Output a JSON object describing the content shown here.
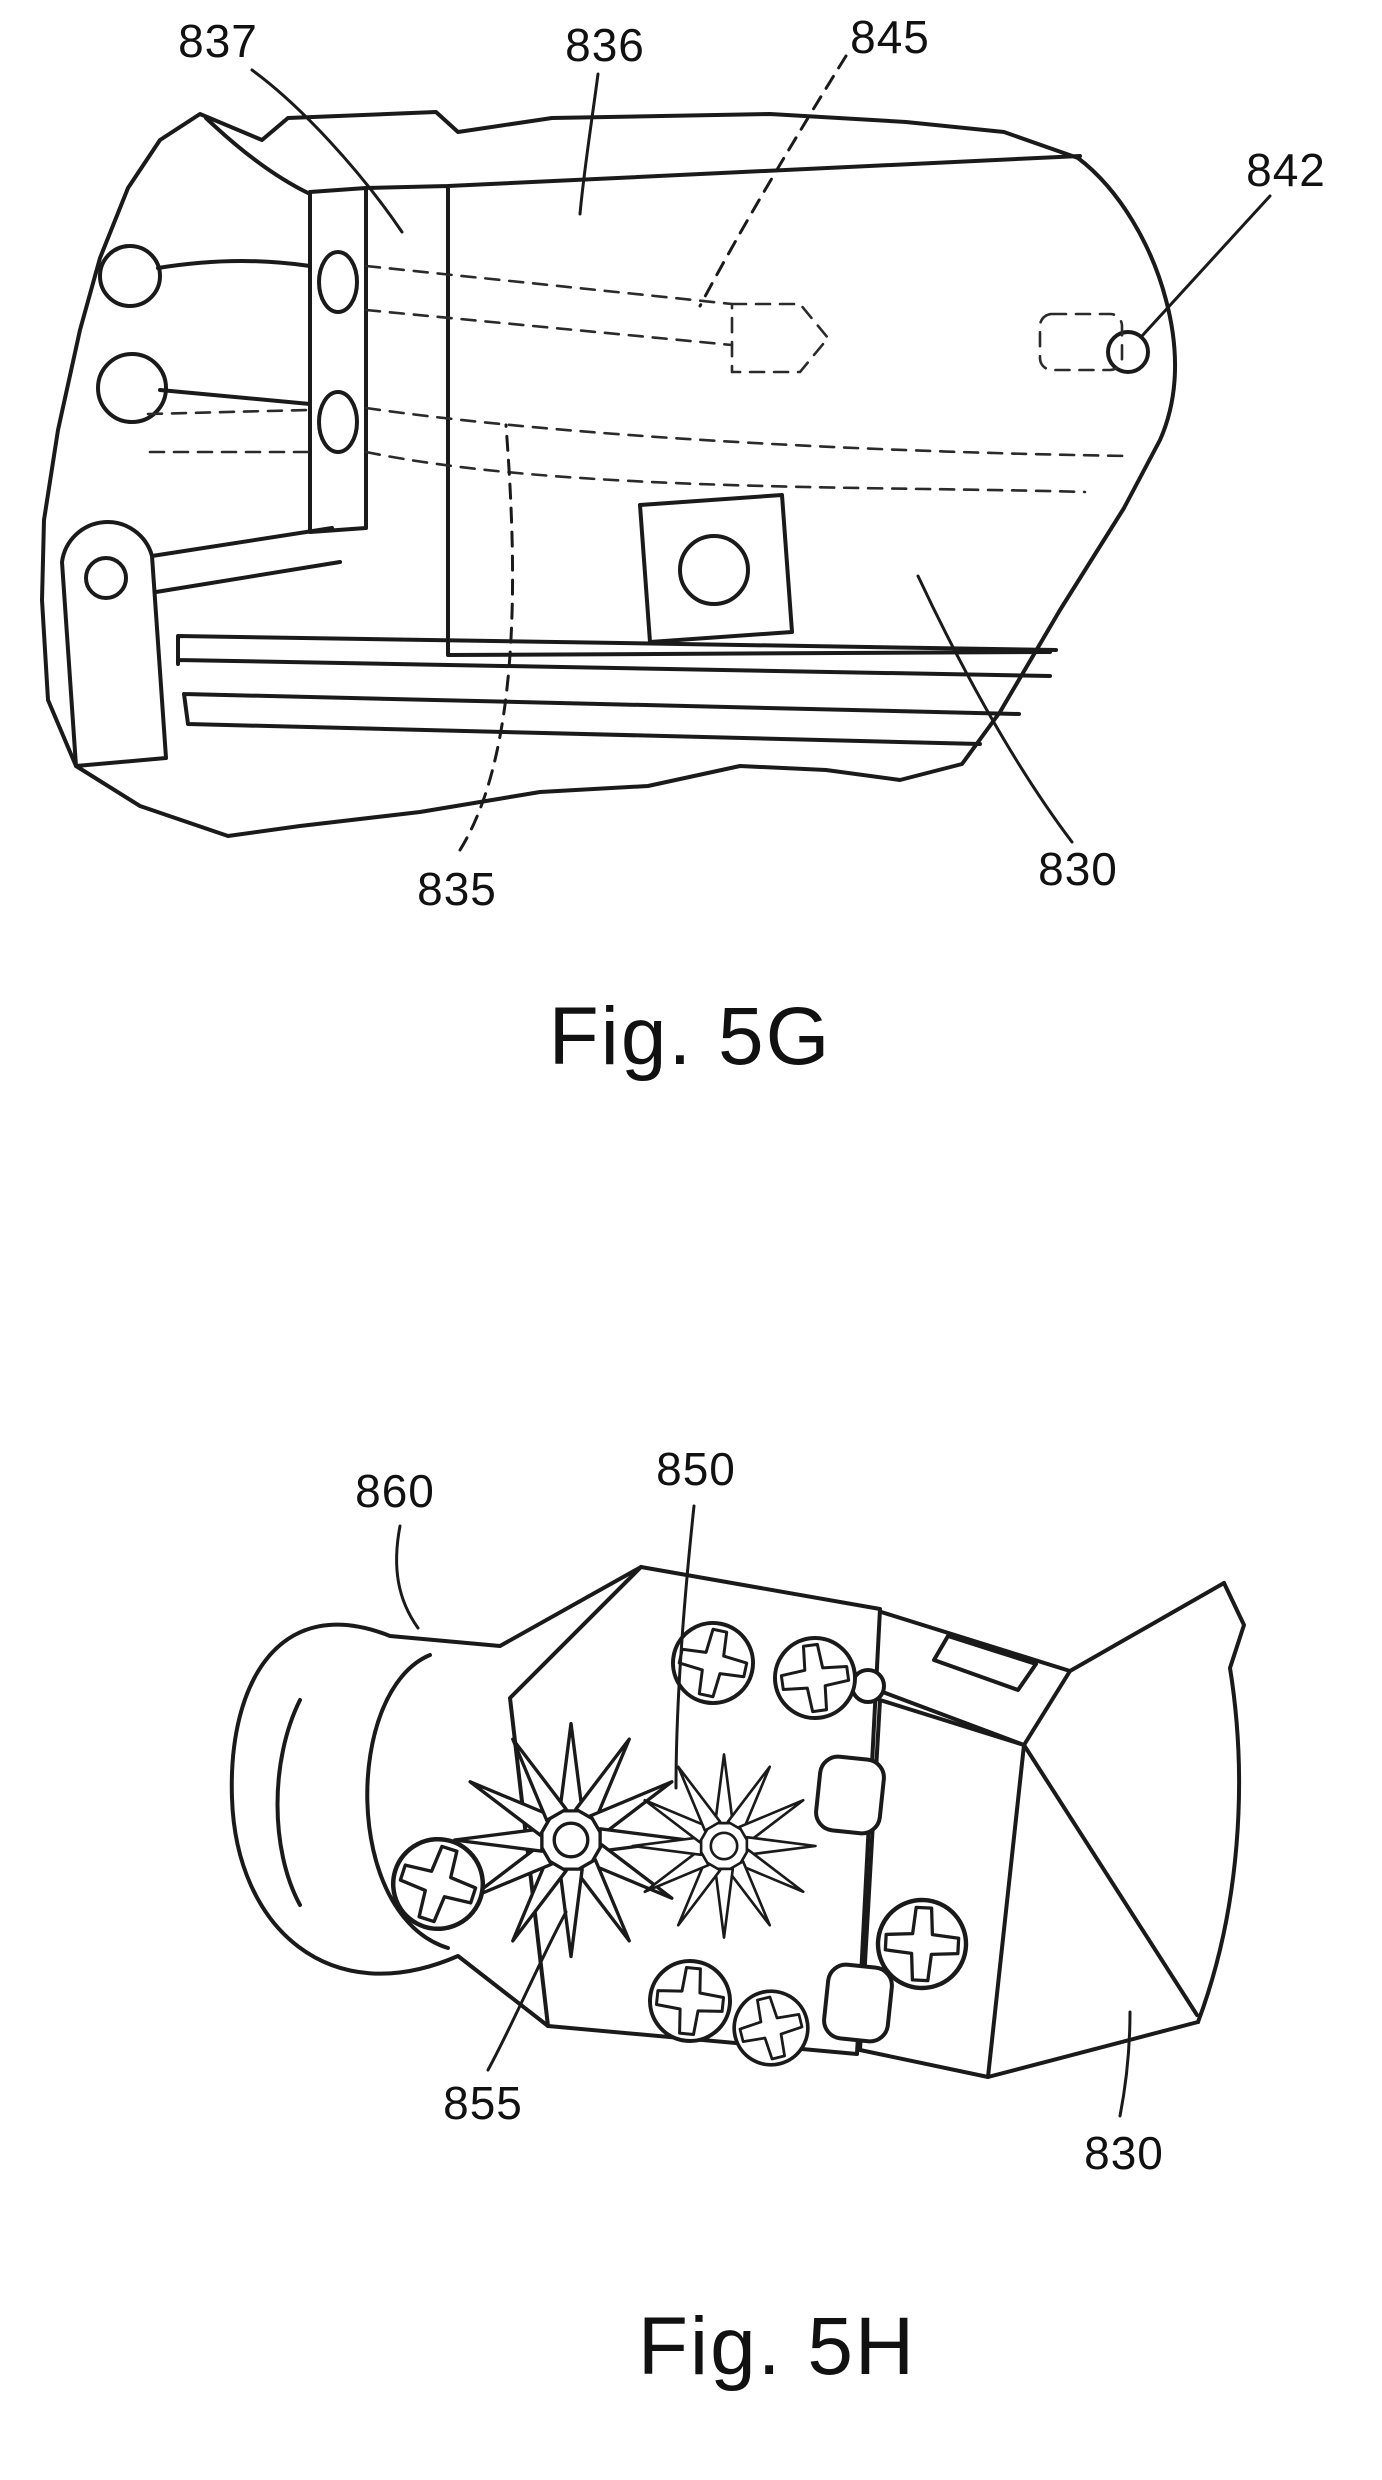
{
  "colors": {
    "ink": "#1a1a1a",
    "background": "#ffffff"
  },
  "figures": [
    {
      "caption": "Fig. 5G",
      "labels": [
        {
          "ref": "837"
        },
        {
          "ref": "836"
        },
        {
          "ref": "845"
        },
        {
          "ref": "842"
        },
        {
          "ref": "835"
        },
        {
          "ref": "830"
        }
      ]
    },
    {
      "caption": "Fig. 5H",
      "labels": [
        {
          "ref": "860"
        },
        {
          "ref": "850"
        },
        {
          "ref": "855"
        },
        {
          "ref": "830"
        }
      ]
    }
  ]
}
